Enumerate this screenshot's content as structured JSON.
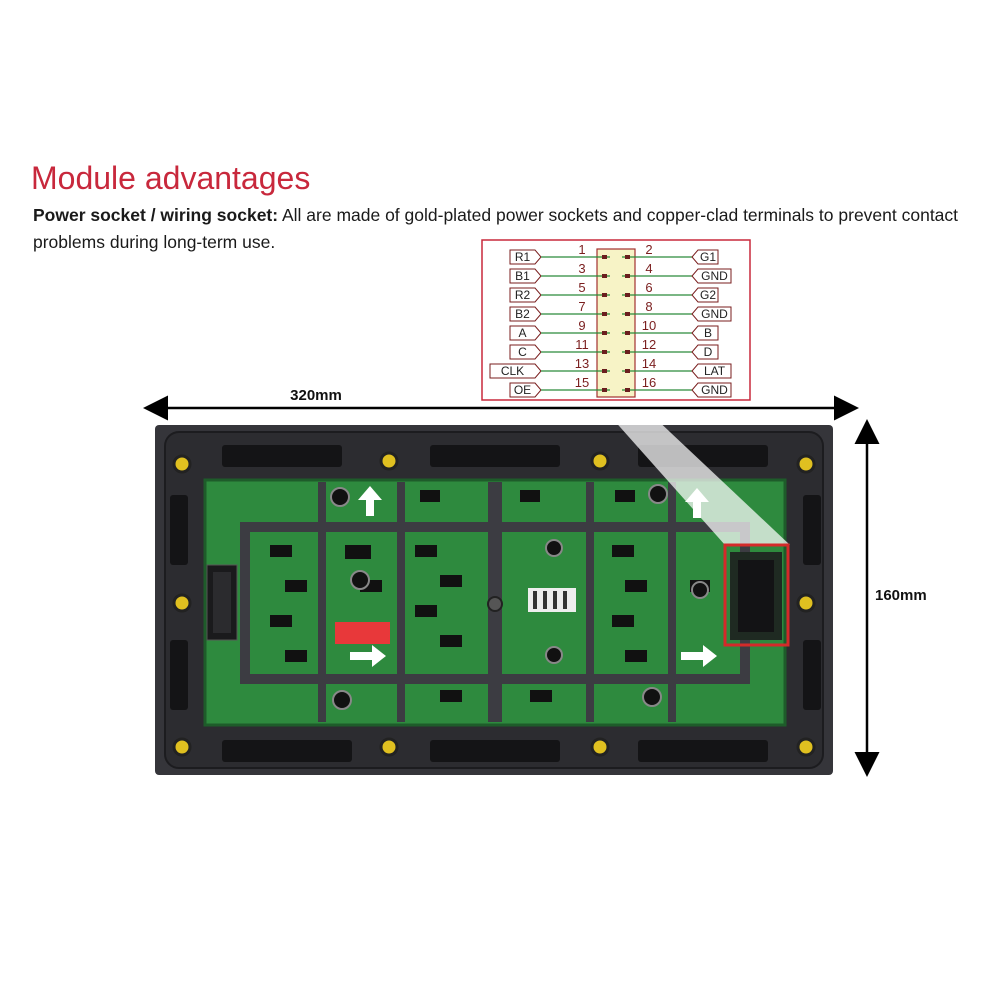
{
  "heading": "Module advantages",
  "description": {
    "bold": "Power socket / wiring socket:",
    "text": " All are made of gold-plated power sockets and copper-clad terminals to prevent contact problems during long-term use."
  },
  "pinout": {
    "rows": [
      {
        "left_label": "R1",
        "left_pin": "1",
        "right_pin": "2",
        "right_label": "G1"
      },
      {
        "left_label": "B1",
        "left_pin": "3",
        "right_pin": "4",
        "right_label": "GND"
      },
      {
        "left_label": "R2",
        "left_pin": "5",
        "right_pin": "6",
        "right_label": "G2"
      },
      {
        "left_label": "B2",
        "left_pin": "7",
        "right_pin": "8",
        "right_label": "GND"
      },
      {
        "left_label": "A",
        "left_pin": "9",
        "right_pin": "10",
        "right_label": "B"
      },
      {
        "left_label": "C",
        "left_pin": "11",
        "right_pin": "12",
        "right_label": "D"
      },
      {
        "left_label": "CLK",
        "left_pin": "13",
        "right_pin": "14",
        "right_label": "LAT"
      },
      {
        "left_label": "OE",
        "left_pin": "15",
        "right_pin": "16",
        "right_label": "GND"
      }
    ]
  },
  "dimensions": {
    "width": "320mm",
    "height": "160mm"
  },
  "colors": {
    "heading": "#c8283c",
    "pinout_border": "#c8283c",
    "pcb_green": "#2e8a3e",
    "frame": "#3a3a3e",
    "highlight": "#d42a2a"
  }
}
